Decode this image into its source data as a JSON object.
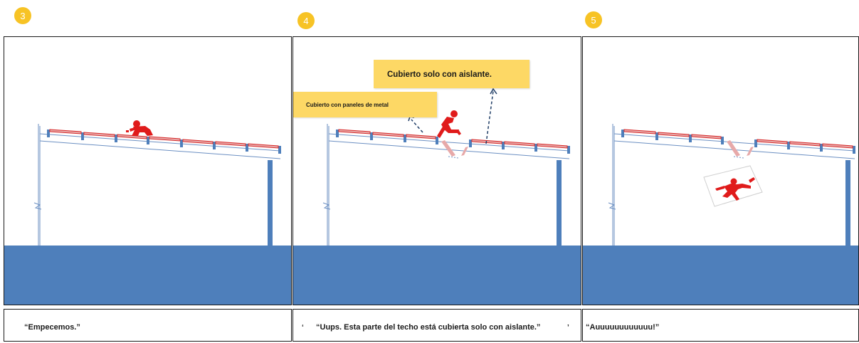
{
  "panels": [
    {
      "number": "3",
      "caption": "“Empecemos.”"
    },
    {
      "number": "4",
      "caption": "“Uups. Esta parte del techo está cubierta solo con aislante.”"
    },
    {
      "number": "5",
      "caption": "“Auuuuuuuuuuuu!”"
    }
  ],
  "callouts": {
    "insulation": "Cubierto solo con aislante.",
    "metal": "Cubierto con paneles de metal"
  },
  "caption_ticks": {
    "left": "‘",
    "right": "’"
  },
  "colors": {
    "badge": "#f7c325",
    "ground": "#4e7fbb",
    "roof_beam": "#4e7fbb",
    "panel_fill": "#e7a9a9",
    "panel_edge": "#d72a2a",
    "worker": "#e01b1b",
    "callout": "#fdd865",
    "arrow": "#1f3d66"
  },
  "icons": [
    "worker-kneeling-icon",
    "worker-stumbling-icon",
    "worker-falling-icon"
  ]
}
